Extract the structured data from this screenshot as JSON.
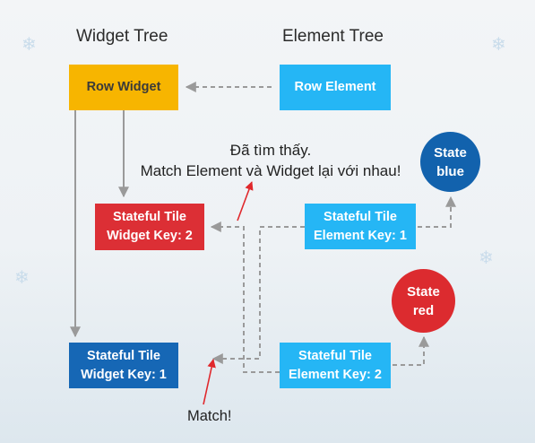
{
  "headings": {
    "widget_tree": "Widget Tree",
    "element_tree": "Element Tree"
  },
  "widgets": {
    "row": "Row Widget",
    "stateful_key2": {
      "line1": "Stateful Tile",
      "line2": "Widget Key: 2"
    },
    "stateful_key1": {
      "line1": "Stateful Tile",
      "line2": "Widget Key: 1"
    }
  },
  "elements": {
    "row": "Row Element",
    "stateful_key1": {
      "line1": "Stateful Tile",
      "line2": "Element Key: 1"
    },
    "stateful_key2": {
      "line1": "Stateful Tile",
      "line2": "Element Key: 2"
    }
  },
  "states": {
    "blue": {
      "line1": "State",
      "line2": "blue"
    },
    "red": {
      "line1": "State",
      "line2": "red"
    }
  },
  "notes": {
    "found_line1": "Đã tìm thấy.",
    "found_line2": "Match Element và Widget lại với nhau!",
    "match": "Match!"
  },
  "colors": {
    "row_widget": "#f7b500",
    "element_boxes": "#25b6f5",
    "widget_key2": "#dc2f35",
    "widget_key1": "#1667b5",
    "state_blue": "#1262ad",
    "state_red": "#dc2b2f",
    "dashed_connector": "#9a9a9a",
    "annotation_arrow": "#e0282c"
  }
}
